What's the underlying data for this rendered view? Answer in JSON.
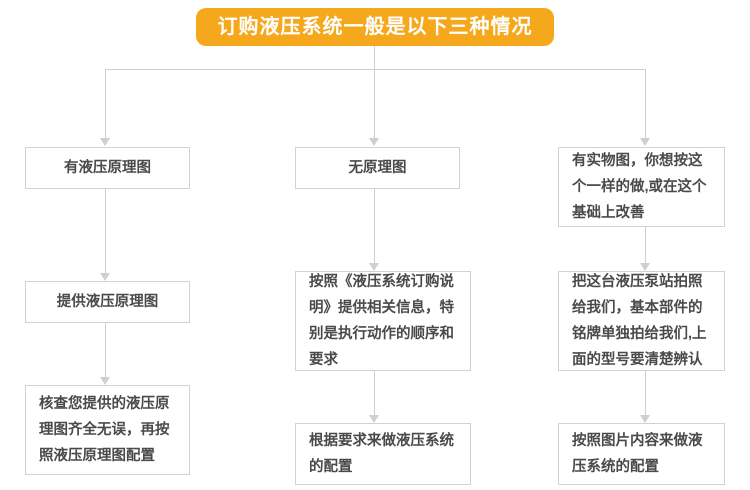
{
  "chart_data": {
    "type": "diagram",
    "title": "订购液压系统一般是以下三种情况",
    "orientation": "top-down",
    "branches": 3
  },
  "title": {
    "text": "订购液压系统一般是以下三种情况",
    "background_color": "#F5A81C",
    "text_color": "#FFFFFF"
  },
  "theme": {
    "box_border_color": "#D2D2D2",
    "connector_color": "#CFCFCF",
    "box_text_color": "#4A4A4A",
    "canvas_color": "#FFFFFF"
  },
  "columns": [
    {
      "id": "column-left",
      "steps": [
        {
          "id": "left-step-1",
          "text": "有液压原理图"
        },
        {
          "id": "left-step-2",
          "text": "提供液压原理图"
        },
        {
          "id": "left-step-3",
          "text": "核查您提供的液压原理图齐全无误，再按照液压原理图配置"
        }
      ]
    },
    {
      "id": "column-middle",
      "steps": [
        {
          "id": "middle-step-1",
          "text": "无原理图"
        },
        {
          "id": "middle-step-2",
          "text": "按照《液压系统订购说明》提供相关信息，特别是执行动作的顺序和要求"
        },
        {
          "id": "middle-step-3",
          "text": "根据要求来做液压系统的配置"
        }
      ]
    },
    {
      "id": "column-right",
      "steps": [
        {
          "id": "right-step-1",
          "text": "有实物图，你想按这个一样的做,或在这个基础上改善"
        },
        {
          "id": "right-step-2",
          "text": "把这台液压泵站拍照给我们，基本部件的铭牌单独拍给我们,上面的型号要清楚辨认"
        },
        {
          "id": "right-step-3",
          "text": "按照图片内容来做液压系统的配置"
        }
      ]
    }
  ]
}
